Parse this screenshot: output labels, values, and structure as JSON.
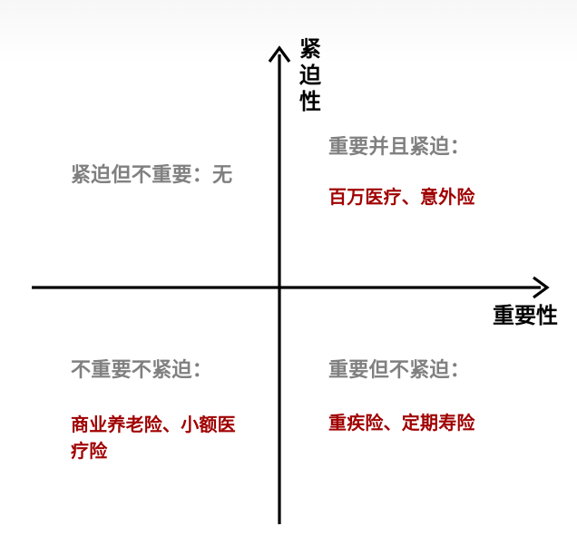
{
  "axes": {
    "y_label": "紧迫性",
    "x_label": "重要性"
  },
  "quadrants": {
    "top_left": {
      "title": "紧迫但不重要：无"
    },
    "top_right": {
      "title": "重要并且紧迫：",
      "items": "百万医疗、意外险"
    },
    "bottom_left": {
      "title": "不重要不紧迫：",
      "items": "商业养老险、小额医疗险"
    },
    "bottom_right": {
      "title": "重要但不紧迫：",
      "items": "重疾险、定期寿险"
    }
  },
  "colors": {
    "axis": "#000000",
    "title_gray": "#808080",
    "item_red": "#a00000"
  }
}
